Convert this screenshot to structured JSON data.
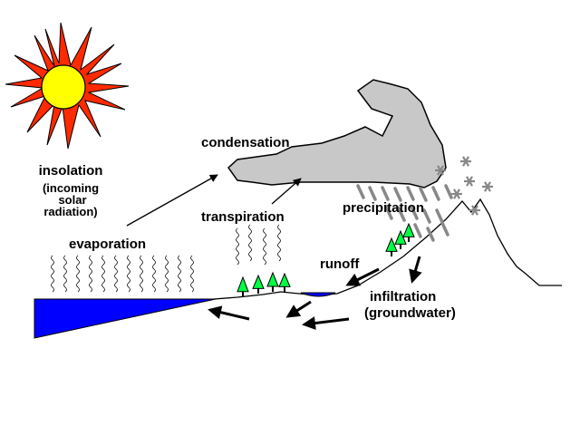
{
  "labels": {
    "insolation": "insolation",
    "insolation_sub1": "(incoming",
    "insolation_sub2": "solar",
    "insolation_sub3": "radiation)",
    "condensation": "condensation",
    "transpiration": "transpiration",
    "precipitation": "precipitation",
    "evaporation": "evaporation",
    "runoff": "runoff",
    "infiltration": "infiltration",
    "groundwater": "(groundwater)"
  },
  "colors": {
    "sun_rays": "#ff2a00",
    "sun_core": "#ffff00",
    "cloud": "#c8c8c8",
    "water": "#0000ff",
    "trees": "#00ff44",
    "precip": "#888888",
    "ink": "#000000"
  },
  "icons": {
    "sun": "sun-icon",
    "tree": "tree-icon",
    "snowflake": "snowflake-icon"
  }
}
